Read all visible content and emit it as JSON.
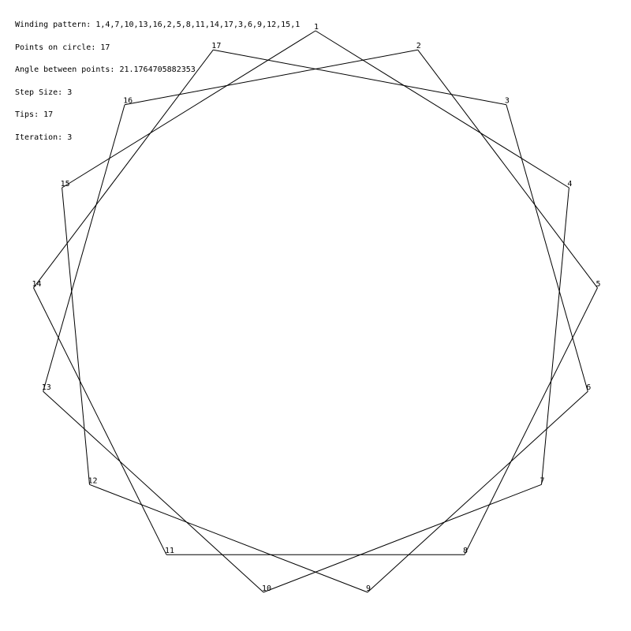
{
  "info": {
    "winding": "Winding pattern: 1,4,7,10,13,16,2,5,8,11,14,17,3,6,9,12,15,1",
    "points": "Points on circle: 17",
    "angle": "Angle between points: 21.1764705882353",
    "step": "Step Size: 3",
    "tips": "Tips: 17",
    "iteration": "Iteration: 3"
  },
  "star": {
    "points_count": 17,
    "step": 3,
    "labels": [
      "1",
      "2",
      "3",
      "4",
      "5",
      "6",
      "7",
      "8",
      "9",
      "10",
      "11",
      "12",
      "13",
      "14",
      "15",
      "16",
      "17"
    ],
    "winding": [
      1,
      4,
      7,
      10,
      13,
      16,
      2,
      5,
      8,
      11,
      14,
      17,
      3,
      6,
      9,
      12,
      15,
      1
    ],
    "line_color": "#000000"
  }
}
